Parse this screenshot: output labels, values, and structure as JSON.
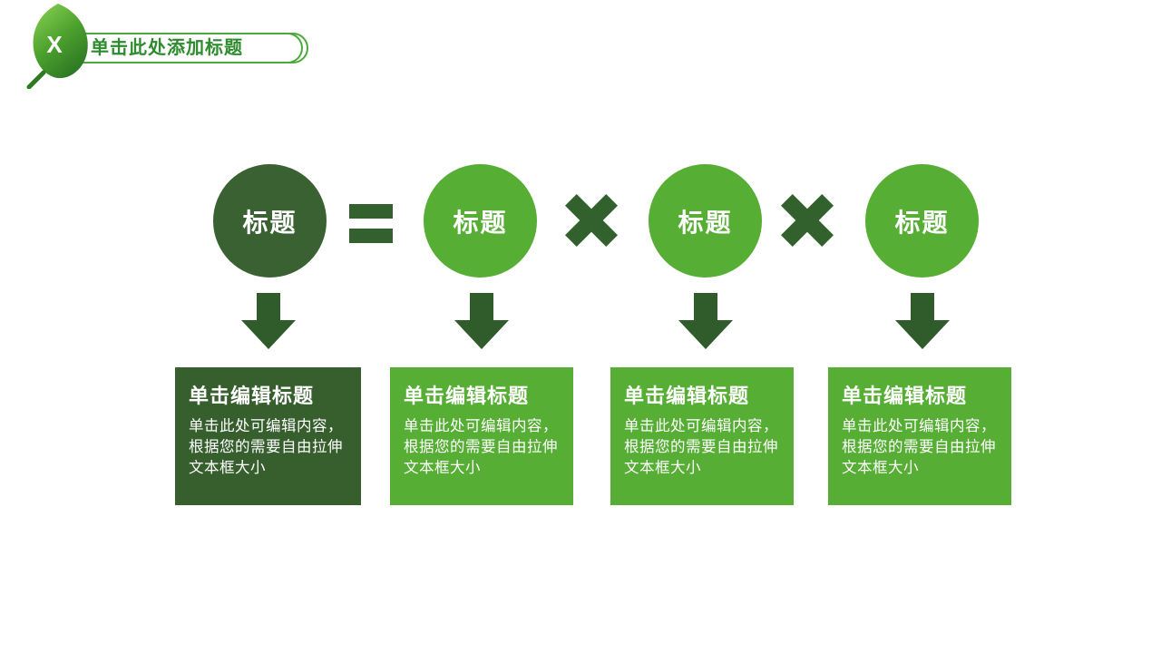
{
  "slide": {
    "header": {
      "leaf_badge": "X",
      "title_placeholder": "单击此处添加标题"
    },
    "diagram": {
      "circles": [
        {
          "label": "标题",
          "variant": "dark"
        },
        {
          "label": "标题",
          "variant": "light"
        },
        {
          "label": "标题",
          "variant": "light"
        },
        {
          "label": "标题",
          "variant": "light"
        }
      ],
      "operators": [
        {
          "icon": "equals-icon",
          "symbol": "="
        },
        {
          "icon": "multiply-icon",
          "symbol": "×"
        },
        {
          "icon": "multiply-icon",
          "symbol": "×"
        }
      ]
    },
    "cards": [
      {
        "title": "单击编辑标题",
        "body": "单击此处可编辑内容，根据您的需要自由拉伸文本框大小",
        "variant": "dark"
      },
      {
        "title": "单击编辑标题",
        "body": "单击此处可编辑内容，根据您的需要自由拉伸文本框大小",
        "variant": "light"
      },
      {
        "title": "单击编辑标题",
        "body": "单击此处可编辑内容，根据您的需要自由拉伸文本框大小",
        "variant": "light"
      },
      {
        "title": "单击编辑标题",
        "body": "单击此处可编辑内容，根据您的需要自由拉伸文本框大小",
        "variant": "light"
      }
    ],
    "colors": {
      "dark_green": "#375f2e",
      "light_green": "#57ae35",
      "operator_green": "#33612d",
      "header_text_green": "#2e8b2e",
      "outline_green": "#4ca83c"
    }
  }
}
